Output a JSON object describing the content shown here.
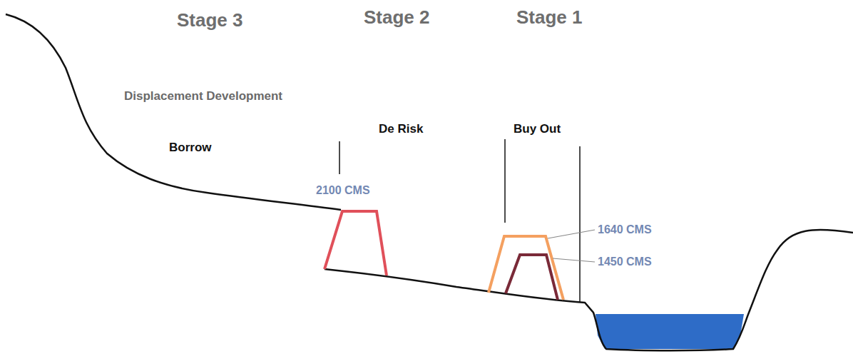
{
  "diagram": {
    "labels": [
      "Stage 3",
      "Stage 2",
      "Stage 1",
      "Displacement Development",
      "De Risk",
      "Buy Out",
      "Borrow",
      "2100 CMS",
      "1640 CMS",
      "1450 CMS"
    ]
  }
}
